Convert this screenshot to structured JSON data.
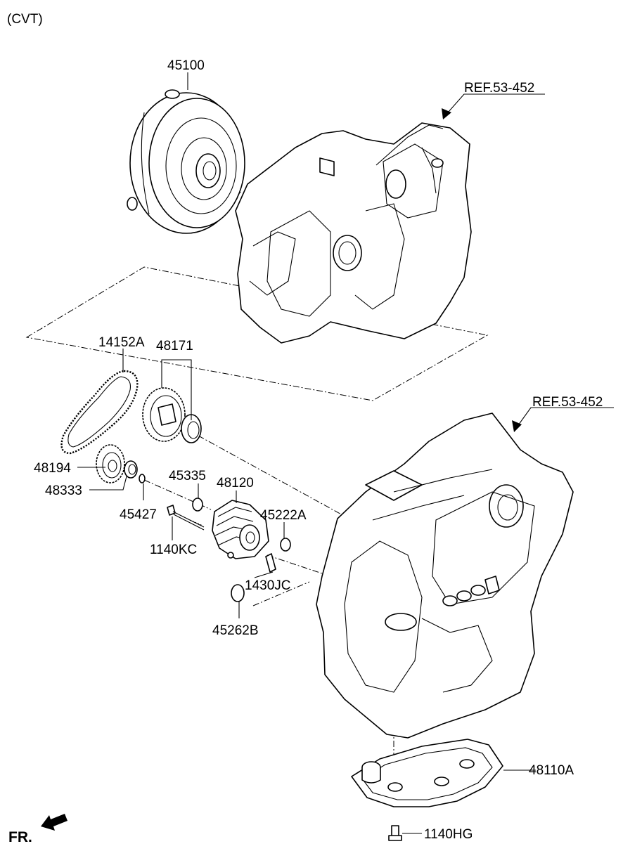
{
  "title": "(CVT)",
  "front_marker": "FR.",
  "callouts": {
    "torque_converter": "45100",
    "ref_upper": "REF.53-452",
    "ref_lower": "REF.53-452",
    "chain": "14152A",
    "sprocket_group": "48171",
    "drive_sprocket": "48194",
    "seal": "48333",
    "snap_ring_small": "45427",
    "snap_ring": "45335",
    "oil_pump": "48120",
    "o_ring_a": "45222A",
    "bolt": "1140KC",
    "pin": "1430JC",
    "o_ring_b": "45262B",
    "oil_strainer": "48110A",
    "bolt_strainer": "1140HG"
  }
}
